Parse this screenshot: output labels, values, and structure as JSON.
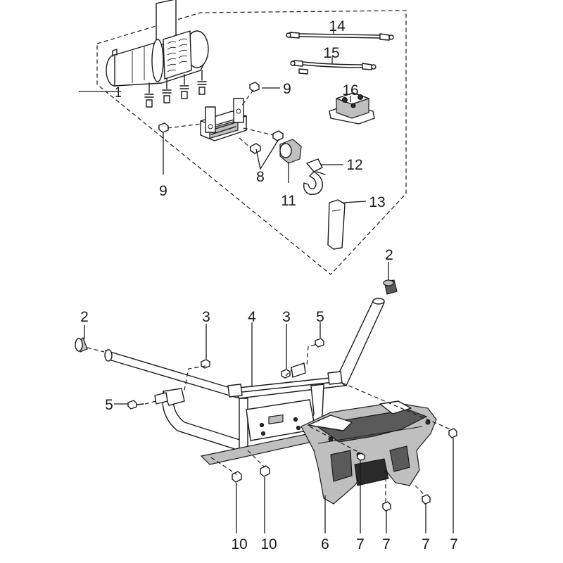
{
  "callouts": {
    "c1": "1",
    "c2a": "2",
    "c2b": "2",
    "c3a": "3",
    "c3b": "3",
    "c4": "4",
    "c5a": "5",
    "c5b": "5",
    "c6": "6",
    "c7a": "7",
    "c7b": "7",
    "c7c": "7",
    "c7d": "7",
    "c8": "8",
    "c9a": "9",
    "c9b": "9",
    "c10a": "10",
    "c10b": "10",
    "c11": "11",
    "c12": "12",
    "c13": "13",
    "c14": "14",
    "c15": "15",
    "c16": "16"
  }
}
